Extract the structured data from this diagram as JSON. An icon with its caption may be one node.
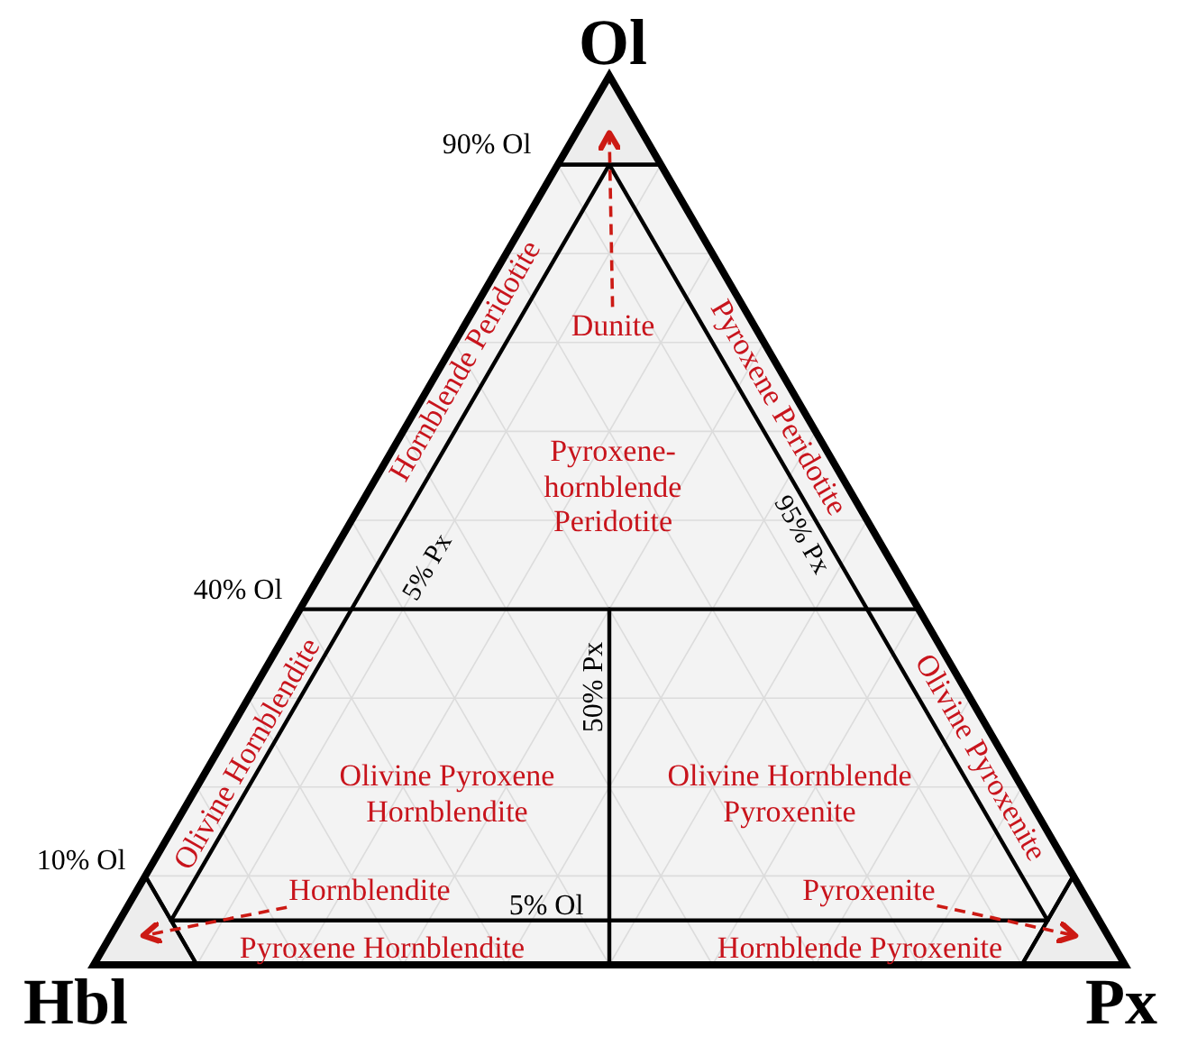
{
  "diagram": {
    "nodes": [
      {
        "text": [
          "Dunite"
        ]
      },
      {
        "text": [],
        "shape": "triangle"
      },
      {
        "text": [
          "Hornblendite"
        ]
      },
      {
        "text": [],
        "shape": "triangle"
      },
      {
        "text": [
          "Pyroxenite"
        ]
      },
      {
        "text": [],
        "shape": "triangle"
      }
    ],
    "edges": [
      {
        "from": 0,
        "to": 1,
        "arrow": "to",
        "style": "dashed",
        "color": "#cc1a14"
      },
      {
        "from": 2,
        "to": 3,
        "arrow": "to",
        "style": "dashed",
        "color": "#cc1a14"
      },
      {
        "from": 4,
        "to": 5,
        "arrow": "to",
        "style": "dashed",
        "color": "#cc1a14"
      }
    ],
    "labels": [
      "Ol",
      "90% Ol",
      "Hornblende Peridotite",
      "Pyroxene Peridotite",
      "Pyroxene-hornblende Peridotite",
      "5% Px",
      "95% Px",
      "40% Ol",
      "50% Px",
      "Olivine Hornblendite",
      "Olivine Pyroxenite",
      "Olivine Pyroxene Hornblendite",
      "Olivine Hornblende Pyroxenite",
      "10% Ol",
      "5% Ol",
      "Pyroxene Hornblendite",
      "Hornblende Pyroxenite",
      "Hbl",
      "Px"
    ]
  }
}
